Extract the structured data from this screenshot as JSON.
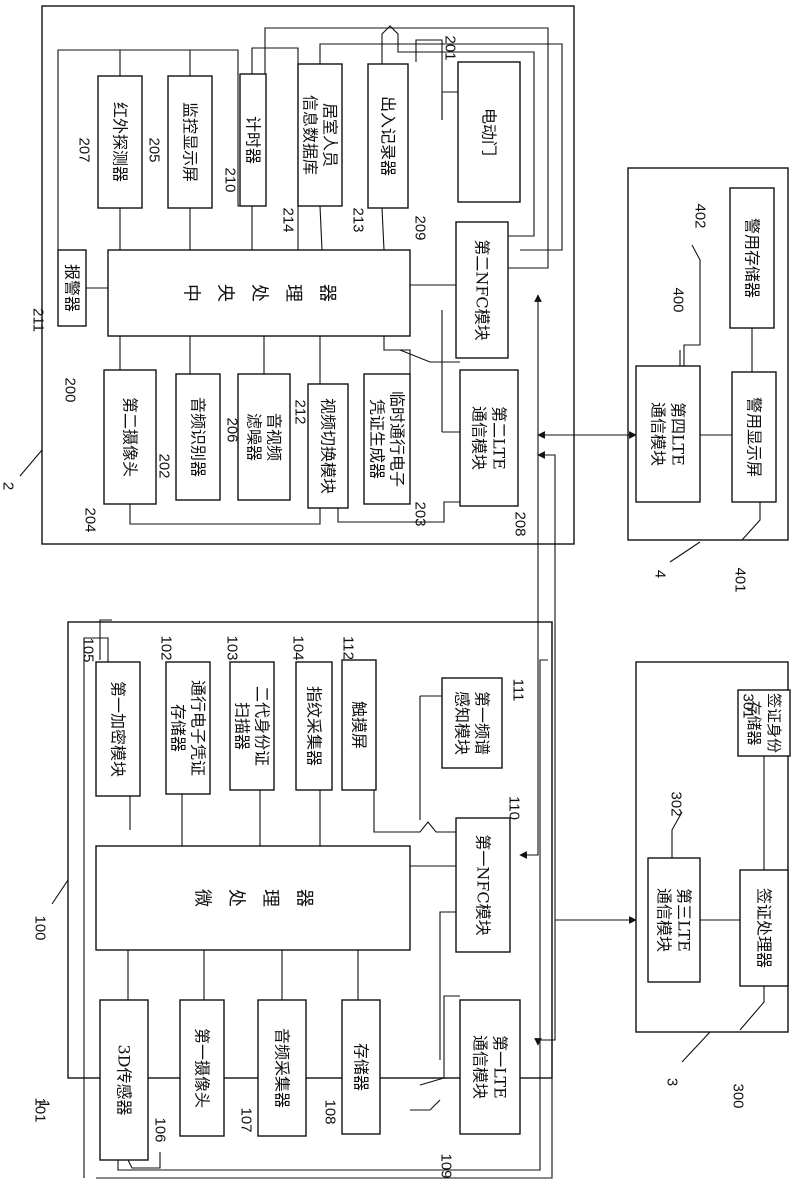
{
  "system_2": {
    "ref": "2",
    "blocks": [
      {
        "key": "b207",
        "ref": "207",
        "lines": [
          "红外探测器"
        ]
      },
      {
        "key": "b205",
        "ref": "205",
        "lines": [
          "监控显示屏"
        ]
      },
      {
        "key": "b210",
        "ref": "210",
        "lines": [
          "计时器"
        ]
      },
      {
        "key": "b214",
        "ref": "214",
        "lines": [
          "居室人员",
          "信息数据库"
        ]
      },
      {
        "key": "b213",
        "ref": "213",
        "lines": [
          "出入记录器"
        ]
      },
      {
        "key": "b201",
        "ref": "201",
        "lines": [
          "电动门"
        ]
      },
      {
        "key": "b209",
        "ref": "209",
        "lines": [
          "第二NFC模块"
        ]
      },
      {
        "key": "b211",
        "ref": "211",
        "lines": [
          "报警器"
        ]
      },
      {
        "key": "b200",
        "ref": "200",
        "lines": [
          "中",
          "央",
          "处",
          "理",
          "器"
        ]
      },
      {
        "key": "b204",
        "ref": "204",
        "lines": [
          "第二摄像头"
        ]
      },
      {
        "key": "b202",
        "ref": "202",
        "lines": [
          "音频识别器"
        ]
      },
      {
        "key": "b206",
        "ref": "206",
        "lines": [
          "音视频",
          "滤噪器"
        ]
      },
      {
        "key": "b212",
        "ref": "212",
        "lines": [
          "视频切换模块"
        ]
      },
      {
        "key": "b203",
        "ref": "203",
        "lines": [
          "临时通行电子",
          "凭证生成器"
        ]
      },
      {
        "key": "b208",
        "ref": "208",
        "lines": [
          "第二LTE",
          "通信模块"
        ]
      }
    ]
  },
  "system_4": {
    "ref": "4",
    "blocks": [
      {
        "key": "b400",
        "ref": "400",
        "lines": [
          "第四LTE",
          "通信模块"
        ]
      },
      {
        "key": "b402",
        "ref": "402",
        "lines": [
          "警用存储器"
        ]
      },
      {
        "key": "b401",
        "ref": "401",
        "lines": [
          "警用显示屏"
        ]
      }
    ]
  },
  "system_1": {
    "ref": "1",
    "blocks": [
      {
        "key": "b105",
        "ref": "105",
        "lines": [
          "第一加密模块"
        ]
      },
      {
        "key": "b102",
        "ref": "102",
        "lines": [
          "通行电子凭证",
          "存储器"
        ]
      },
      {
        "key": "b103",
        "ref": "103",
        "lines": [
          "二代身份证",
          "扫描器"
        ]
      },
      {
        "key": "b104",
        "ref": "104",
        "lines": [
          "指纹采集器"
        ]
      },
      {
        "key": "b112",
        "ref": "112",
        "lines": [
          "触摸屏"
        ]
      },
      {
        "key": "b111",
        "ref": "111",
        "lines": [
          "第一频谱",
          "感知模块"
        ]
      },
      {
        "key": "b110",
        "ref": "110",
        "lines": [
          "第一NFC模块"
        ]
      },
      {
        "key": "b100",
        "ref": "100",
        "lines": [
          "微",
          "处",
          "理",
          "器"
        ]
      },
      {
        "key": "b101",
        "ref": "101",
        "lines": [
          "3D传感器"
        ]
      },
      {
        "key": "b106",
        "ref": "106",
        "lines": [
          "第一摄像头"
        ]
      },
      {
        "key": "b107",
        "ref": "107",
        "lines": [
          "音频采集器"
        ]
      },
      {
        "key": "b108",
        "ref": "108",
        "lines": [
          "存储器"
        ]
      },
      {
        "key": "b109",
        "ref": "109",
        "lines": [
          "第一LTE",
          "通信模块"
        ]
      }
    ]
  },
  "system_3": {
    "ref": "3",
    "blocks": [
      {
        "key": "b302",
        "ref": "302",
        "lines": [
          "第三LTE",
          "通信模块"
        ]
      },
      {
        "key": "b301",
        "ref": "301",
        "lines": [
          "签证身份",
          "存储器"
        ]
      },
      {
        "key": "b300",
        "ref": "300",
        "lines": [
          "签证处理器"
        ]
      }
    ]
  }
}
